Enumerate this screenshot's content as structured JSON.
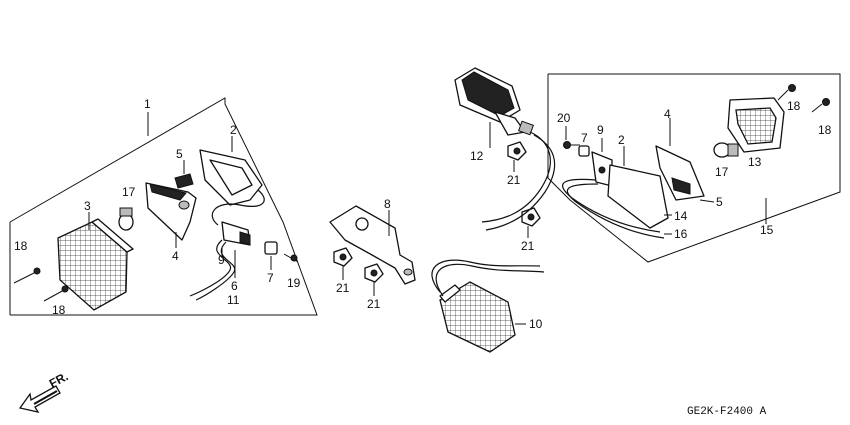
{
  "callouts": {
    "c1": "1",
    "c2a": "2",
    "c3": "3",
    "c4a": "4",
    "c5a": "5",
    "c6": "6",
    "c7a": "7",
    "c8": "8",
    "c9a": "9",
    "c10": "10",
    "c11": "11",
    "c12": "12",
    "c13": "13",
    "c14": "14",
    "c15": "15",
    "c16": "16",
    "c17a": "17",
    "c18a": "18",
    "c18b": "18",
    "c19": "19",
    "c21a": "21",
    "c21b": "21",
    "c21c": "21",
    "c21d": "21",
    "c20": "20",
    "c7b": "7",
    "c9b": "9",
    "c2b": "2",
    "c4b": "4",
    "c18c": "18",
    "c18d": "18",
    "c17b": "17",
    "c5b": "5"
  },
  "front_label": "FR.",
  "diagram_code": "GE2K-F2400 A",
  "icons": {
    "front_arrow": "front-arrow-icon"
  }
}
